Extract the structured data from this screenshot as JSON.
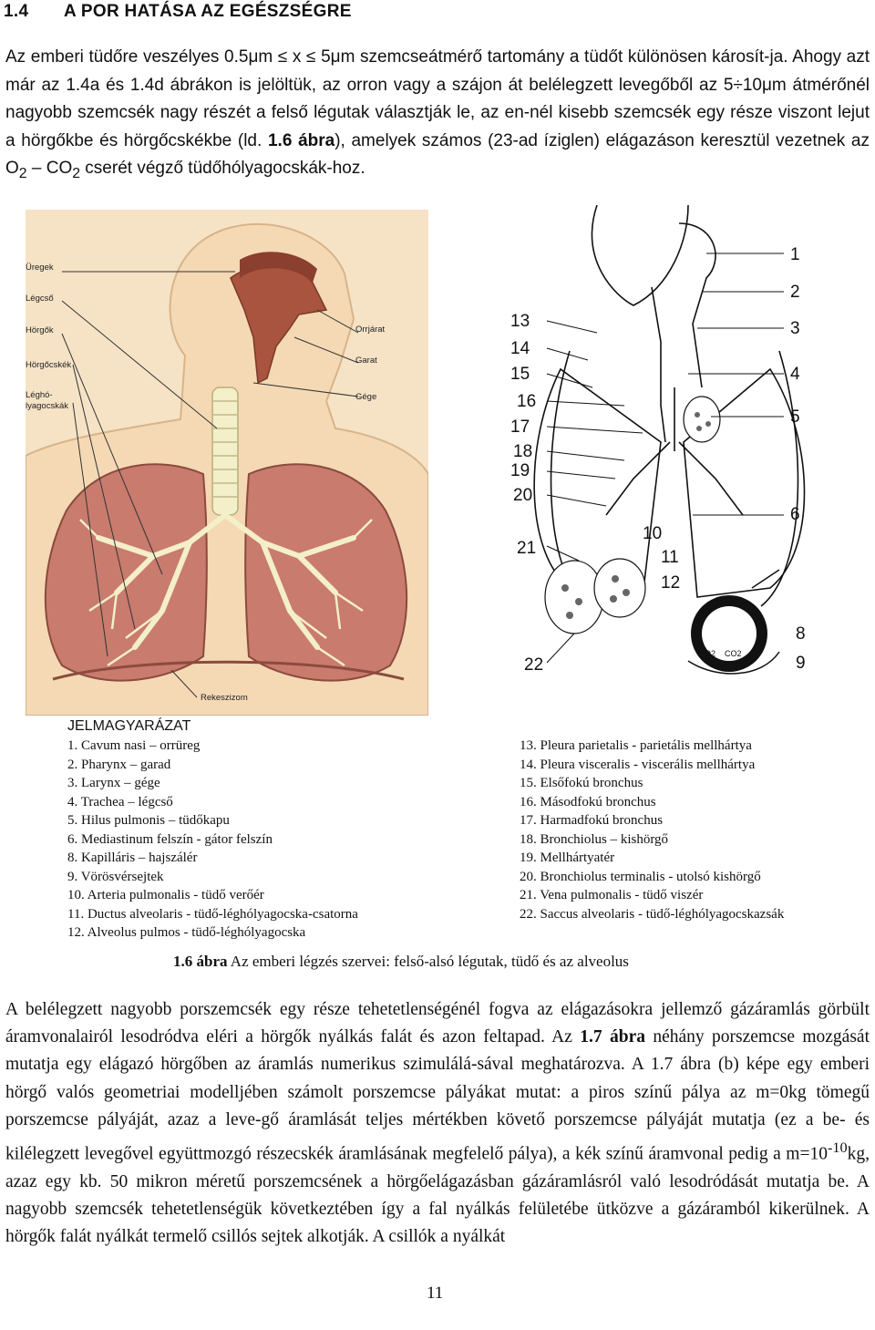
{
  "heading": {
    "number": "1.4",
    "title": "A POR HATÁSA AZ EGÉSZSÉGRE"
  },
  "intro_paragraph": {
    "p1": "Az emberi tüdőre veszélyes  0.5μm ≤ x ≤ 5μm  szemcseátmérő tartomány a tüdőt különösen károsít-ja. Ahogy azt már az 1.4a és 1.4d ábrákon is jelöltük, az orron vagy a szájon át belélegzett levegőből az 5÷10μm átmérőnél nagyobb szemcsék nagy részét a felső légutak választják le, az en-nél kisebb szemcsék egy része viszont lejut a hörgőkbe és hörgőcskékbe (ld. ",
    "ref": "1.6 ábra",
    "p2": "), amelyek számos (23-ad íziglen) elágazáson keresztül vezetnek az O",
    "sub1": "2",
    "p3": " – CO",
    "sub2": "2",
    "p4": " cserét végző tüdőhólyagocskák-hoz."
  },
  "left_figure_labels": {
    "left": [
      "Üregek",
      "Légcső",
      "Hörgők",
      "Hörgőcskék",
      "Léghó-",
      "lyagocskák"
    ],
    "right": [
      "Orrjárat",
      "Garat",
      "Gége"
    ],
    "bottom": "Rekeszizom"
  },
  "right_figure_labels": {
    "numbers_right": [
      "1",
      "2",
      "3",
      "4",
      "5",
      "6",
      "8",
      "9"
    ],
    "numbers_left": [
      "13",
      "14",
      "15",
      "16",
      "17",
      "18",
      "19",
      "20",
      "21",
      "22"
    ],
    "numbers_inner": [
      "10",
      "11",
      "12"
    ],
    "gases": [
      "O2",
      "CO2"
    ]
  },
  "legend": {
    "title": "JELMAGYARÁZAT",
    "left": [
      "1. Cavum nasi – orrüreg",
      "2. Pharynx – garad",
      "3. Larynx – gége",
      "4. Trachea – légcső",
      "5. Hilus pulmonis – tüdőkapu",
      "6. Mediastinum felszín - gátor felszín",
      "8. Kapilláris – hajszálér",
      "9. Vörösvérsejtek",
      "10. Arteria pulmonalis - tüdő verőér",
      "11. Ductus alveolaris - tüdő-léghólyagocska-csatorna",
      "12. Alveolus pulmos - tüdő-léghólyagocska"
    ],
    "right": [
      "13. Pleura parietalis - parietális mellhártya",
      "14. Pleura visceralis - viscerális mellhártya",
      "15. Elsőfokú bronchus",
      "16. Másodfokú bronchus",
      "17. Harmadfokú bronchus",
      "18. Bronchiolus – kishörgő",
      "19. Mellhártyatér",
      "20. Bronchiolus terminalis - utolsó kishörgő",
      "21. Vena pulmonalis - tüdő viszér",
      "22. Saccus alveolaris - tüdő-léghólyagocskazsák"
    ]
  },
  "caption": {
    "label": "1.6 ábra",
    "text": " Az emberi légzés szervei: felső-alsó légutak, tüdő és az alveolus"
  },
  "body_paragraph": {
    "t1": "A belélegzett nagyobb porszemcsék egy része tehetetlenségénél fogva az elágazásokra jellemző gázáramlás görbült áramvonalairól lesodródva eléri a hörgők nyálkás falát és azon feltapad. Az ",
    "ref": "1.7 ábra",
    "t2": " néhány porszemcse mozgását mutatja egy elágazó hörgőben az áramlás numerikus szimulálá-sával meghatározva. A 1.7 ábra (b) képe egy emberi hörgő valós geometriai modelljében számolt porszemcse pályákat mutat: a piros színű pálya az  m=0kg tömegű porszemcse pályáját, azaz a leve-gő áramlását teljes mértékben követő porszemcse pályáját mutatja (ez a be- és kilélegzett levegővel együttmozgó részecskék áramlásának megfelelő pálya), a kék színű áramvonal pedig a  m=10",
    "sup": "-10",
    "t3": "kg, azaz egy kb. 50 mikron méretű porszemcsének a hörgőelágazásban gázáramlásról való lesodródását mutatja be. A nagyobb szemcsék tehetetlenségük következtében így a fal nyálkás felületébe ütközve a gázáramból kikerülnek. A hörgők falát nyálkát termelő csillós sejtek alkotják. A csillók a nyálkát"
  },
  "page_number": "11",
  "colors": {
    "skin": "#f6e3c6",
    "lung": "#c97b6e",
    "airway": "#a8543f",
    "trachea": "#f3efc9"
  }
}
